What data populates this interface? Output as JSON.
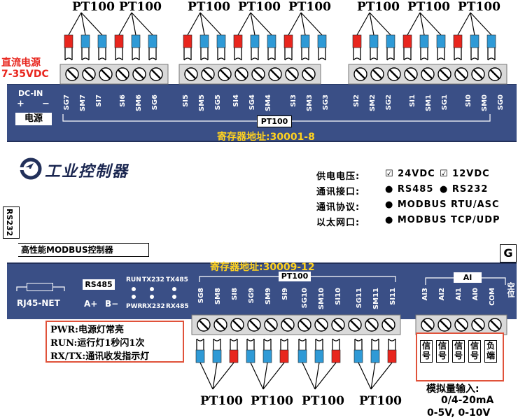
{
  "header": {
    "pt100_top": [
      "PT100",
      "PT100",
      "PT100",
      "PT100",
      "PT100",
      "PT100",
      "PT100",
      "PT100"
    ],
    "dc_power_cn": "直流电源",
    "dc_power_range": "7-35VDC"
  },
  "power": {
    "dc_in": "DC-IN",
    "plus": "+",
    "minus": "−",
    "label": "电源"
  },
  "top_terminals": [
    "SG7",
    "SM7",
    "SI7",
    "SI6",
    "SM6",
    "SG6",
    "SI5",
    "SM5",
    "SG5",
    "SI4",
    "SG4",
    "SM4",
    "SI3",
    "SM3",
    "SG3",
    "SI2",
    "SM2",
    "SG2",
    "SI1",
    "SM1",
    "SG1",
    "SI0",
    "SM0",
    "SG0"
  ],
  "top_bracket": "PT100",
  "register_top": "寄存器地址:30001-8",
  "brand": {
    "name": "工业控制器"
  },
  "specs": [
    {
      "label": "供电电压:",
      "opt1": "☑ 24VDC",
      "opt2": "☑ 12VDC"
    },
    {
      "label": "通讯接口:",
      "opt1": "● RS485",
      "opt2": "● RS232"
    },
    {
      "label": "通讯协议:",
      "opt1": "● MODBUS RTU/ASC",
      "opt2": ""
    },
    {
      "label": "以太网口:",
      "opt1": "● MODBUS TCP/UDP",
      "opt2": ""
    }
  ],
  "rs232": "RS232",
  "product": "高性能MODBUS控制器",
  "g_label": "G",
  "register_bottom": "寄存器地址:30009-12",
  "rj45": "RJ45-NET",
  "rs485": {
    "title": "RS485",
    "a": "A+",
    "b": "B−"
  },
  "leds": {
    "top": [
      "RUN",
      "TX232",
      "TX485"
    ],
    "bottom": [
      "PWR",
      "RX232",
      "RX485"
    ]
  },
  "bottom_bracket": "PT100",
  "bottom_terminals": [
    "SG8",
    "SM8",
    "SI8",
    "SG9",
    "SM9",
    "SI9",
    "SG10",
    "SM10",
    "SI10",
    "SG11",
    "SM11",
    "SI11"
  ],
  "ai": {
    "title": "AI",
    "terminals": [
      "AI3",
      "AI2",
      "AI1",
      "AI0",
      "COM"
    ],
    "spare": "空位"
  },
  "legend": [
    "PWR:电源灯常亮",
    "RUN:运行灯1秒闪1次",
    "RX/TX:通讯收发指示灯"
  ],
  "signals": [
    "信号",
    "信号",
    "信号",
    "信号",
    "负端"
  ],
  "pt100_bottom": [
    "PT100",
    "PT100",
    "PT100",
    "PT100"
  ],
  "analog": {
    "title": "模拟量输入:",
    "line1": "0/4-20mA",
    "line2": "0-5V, 0-10V"
  },
  "colors": {
    "panel": "#3a4f86",
    "accent_yellow": "#ffd21f",
    "accent_red": "#e8261e",
    "sensor_blue": "#2f9ad6"
  }
}
